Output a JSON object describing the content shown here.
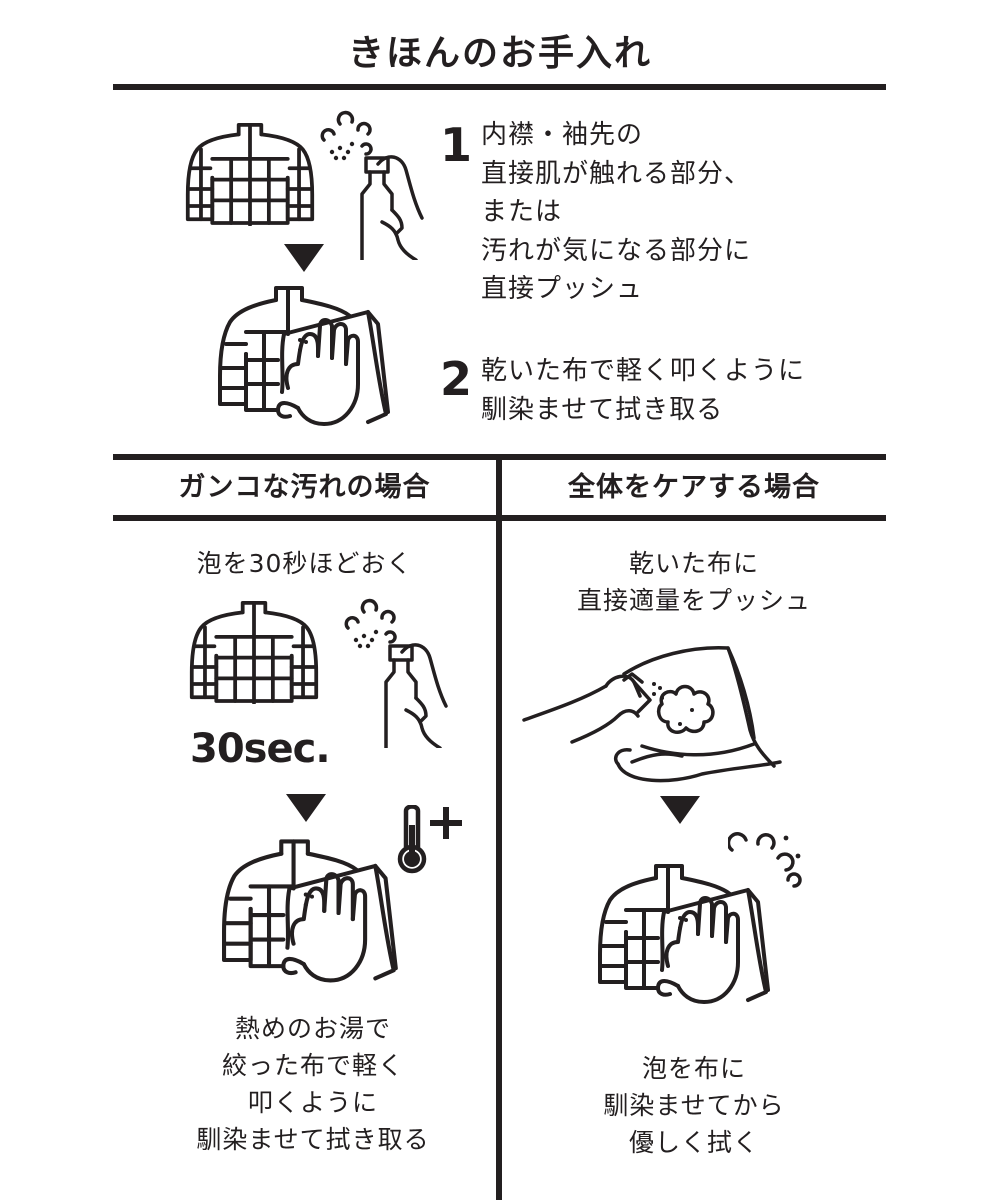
{
  "title": "きほんのお手入れ",
  "basic_steps": [
    {
      "number": "1",
      "lines": [
        "内襟・袖先の",
        "直接肌が触れる部分、",
        "または",
        "汚れが気になる部分に",
        "直接プッシュ"
      ]
    },
    {
      "number": "2",
      "lines": [
        "乾いた布で軽く叩くように",
        "馴染ませて拭き取る"
      ]
    }
  ],
  "stubborn": {
    "heading": "ガンコな汚れの場合",
    "step_a": "泡を30秒ほどおく",
    "timer_label": "30sec.",
    "step_b_lines": [
      "熱めのお湯で",
      "絞った布で軽く",
      "叩くように",
      "馴染ませて拭き取る"
    ],
    "thermometer_icon": "thermometer-plus-icon"
  },
  "overall": {
    "heading": "全体をケアする場合",
    "step_a_lines": [
      "乾いた布に",
      "直接適量をプッシュ"
    ],
    "step_b_lines": [
      "泡を布に",
      "馴染ませてから",
      "優しく拭く"
    ]
  },
  "colors": {
    "ink": "#231f20",
    "background": "#ffffff"
  }
}
